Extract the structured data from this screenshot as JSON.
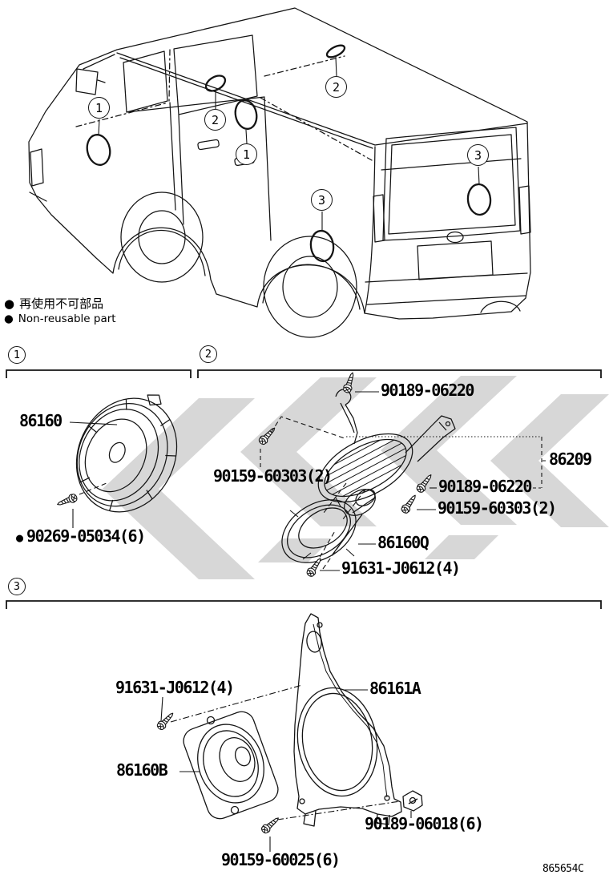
{
  "doc": {
    "number": "865654C"
  },
  "legend": {
    "bullet": "●",
    "jp": "再使用不可部品",
    "en": "Non-reusable part"
  },
  "van": {
    "callouts": [
      {
        "id": "front-door-left",
        "label": "1"
      },
      {
        "id": "b-pillar-left",
        "label": "2"
      },
      {
        "id": "front-door-inner",
        "label": "1"
      },
      {
        "id": "roof-right",
        "label": "2"
      },
      {
        "id": "rear-quarter-left",
        "label": "3"
      },
      {
        "id": "rear-quarter-right",
        "label": "3"
      }
    ]
  },
  "sections": {
    "s1": {
      "header": "1",
      "speaker": "86160",
      "screw": "90269-05034(6)"
    },
    "s2": {
      "header": "2",
      "screw_top": "90189-06220",
      "bolt_left": "90159-60303(2)",
      "bracket": "86209",
      "screw_mid": "90189-06220",
      "bolt_right": "90159-60303(2)",
      "speaker": "86160Q",
      "screw_bottom": "91631-J0612(4)"
    },
    "s3": {
      "header": "3",
      "screw_top": "91631-J0612(4)",
      "panel": "86161A",
      "speaker": "86160B",
      "grommet": "90189-06018(6)",
      "screw_bottom": "90159-60025(6)"
    }
  },
  "colors": {
    "line": "#141414",
    "watermark": "#d7d7d7",
    "background": "#ffffff"
  }
}
